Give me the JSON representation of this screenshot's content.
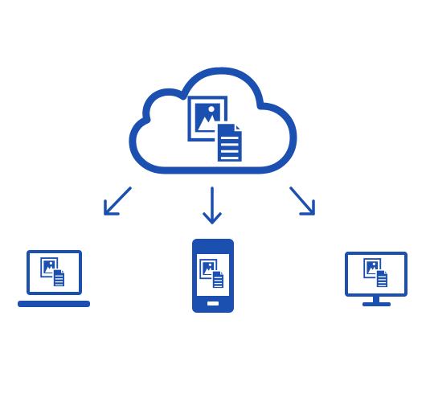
{
  "colors": {
    "primary": "#1b4fb0",
    "background": "#ffffff"
  },
  "nodes": {
    "cloud": {
      "icon": "cloud-icon",
      "content": [
        "photo-icon",
        "document-icon"
      ]
    },
    "laptop": {
      "icon": "laptop-icon",
      "content": [
        "photo-icon",
        "document-icon"
      ]
    },
    "phone": {
      "icon": "smartphone-icon",
      "content": [
        "photo-icon",
        "document-icon"
      ]
    },
    "desktop": {
      "icon": "desktop-monitor-icon",
      "content": [
        "photo-icon",
        "document-icon"
      ]
    }
  },
  "edges": [
    {
      "from": "cloud",
      "to": "laptop",
      "icon": "arrow-down-left-icon"
    },
    {
      "from": "cloud",
      "to": "phone",
      "icon": "arrow-down-icon"
    },
    {
      "from": "cloud",
      "to": "desktop",
      "icon": "arrow-down-right-icon"
    }
  ]
}
